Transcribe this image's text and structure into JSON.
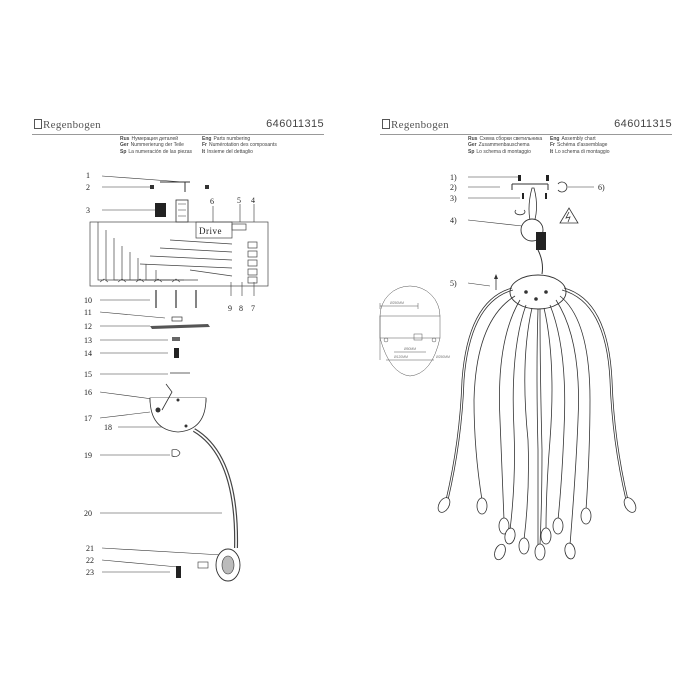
{
  "left_page": {
    "brand": "Regenbogen",
    "code": "646011315",
    "legend": [
      {
        "lang": "Rus",
        "text": "Нумерация деталей"
      },
      {
        "lang": "Ger",
        "text": "Nummerierung der Teile"
      },
      {
        "lang": "Sp",
        "text": "La numeración de las piezas"
      },
      {
        "lang": "Eng",
        "text": "Parts numbering"
      },
      {
        "lang": "Fr",
        "text": "Numérotation des composants"
      },
      {
        "lang": "It",
        "text": "Insieme del dettaglio"
      }
    ],
    "drive_label": "Drive",
    "part_numbers": [
      "1",
      "2",
      "3",
      "4",
      "5",
      "6",
      "7",
      "8",
      "9",
      "10",
      "11",
      "12",
      "13",
      "14",
      "15",
      "16",
      "17",
      "18",
      "19",
      "20",
      "21",
      "22",
      "23"
    ]
  },
  "right_page": {
    "brand": "Regenbogen",
    "code": "646011315",
    "legend": [
      {
        "lang": "Rus",
        "text": "Схема сборки светильника"
      },
      {
        "lang": "Ger",
        "text": "Zusammenbauschema"
      },
      {
        "lang": "Sp",
        "text": "Lo schema di montaggio"
      },
      {
        "lang": "Eng",
        "text": "Assembly chart"
      },
      {
        "lang": "Fr",
        "text": "Schéma d'assemblage"
      },
      {
        "lang": "It",
        "text": "Lo schema di montaggio"
      }
    ],
    "step_numbers": [
      "1)",
      "2)",
      "3)",
      "4)",
      "5)",
      "6)"
    ],
    "dimensions": [
      "Ø250MM",
      "Ø50MM",
      "Ø120MM",
      "Ø250MM"
    ]
  },
  "colors": {
    "line": "#333333",
    "frame": "#555555",
    "paper": "#ffffff"
  }
}
